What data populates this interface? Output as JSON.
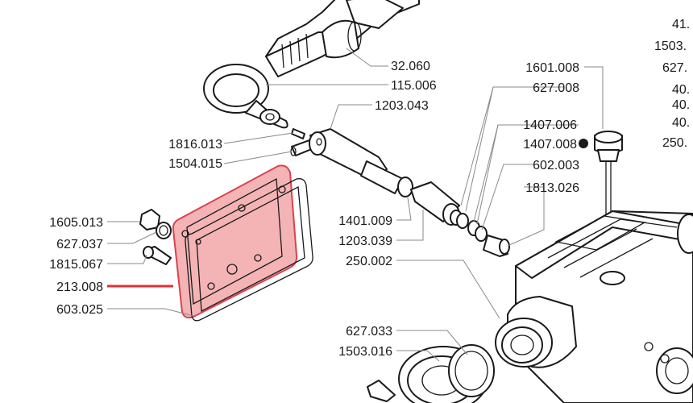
{
  "labels": {
    "l32060": "32.060",
    "l115006": "115.006",
    "l1203043": "1203.043",
    "l1816013": "1816.013",
    "l1504015": "1504.015",
    "l1605013": "1605.013",
    "l627037": "627.037",
    "l1815067": "1815.067",
    "l213008": "213.008",
    "l603025": "603.025",
    "l1601008": "1601.008",
    "l627008": "627.008",
    "l1407006": "1407.006",
    "l1407008": "1407.008",
    "l602003": "602.003",
    "l1813026": "1813.026",
    "l1401009": "1401.009",
    "l1203039": "1203.039",
    "l250002": "250.002",
    "l627033": "627.033",
    "l1503016": "1503.016",
    "r41": "41.",
    "r1503": "1503.",
    "r627": "627.",
    "r40a": "40.",
    "r40b": "40.",
    "r40c": "40.",
    "r250": "250."
  },
  "colors": {
    "highlight_fill": "#f4b3b5",
    "highlight_stroke": "#d9434f",
    "highlight_leader": "#e0303a",
    "line": "#1a1a1a",
    "leader": "#8a8a8a"
  }
}
